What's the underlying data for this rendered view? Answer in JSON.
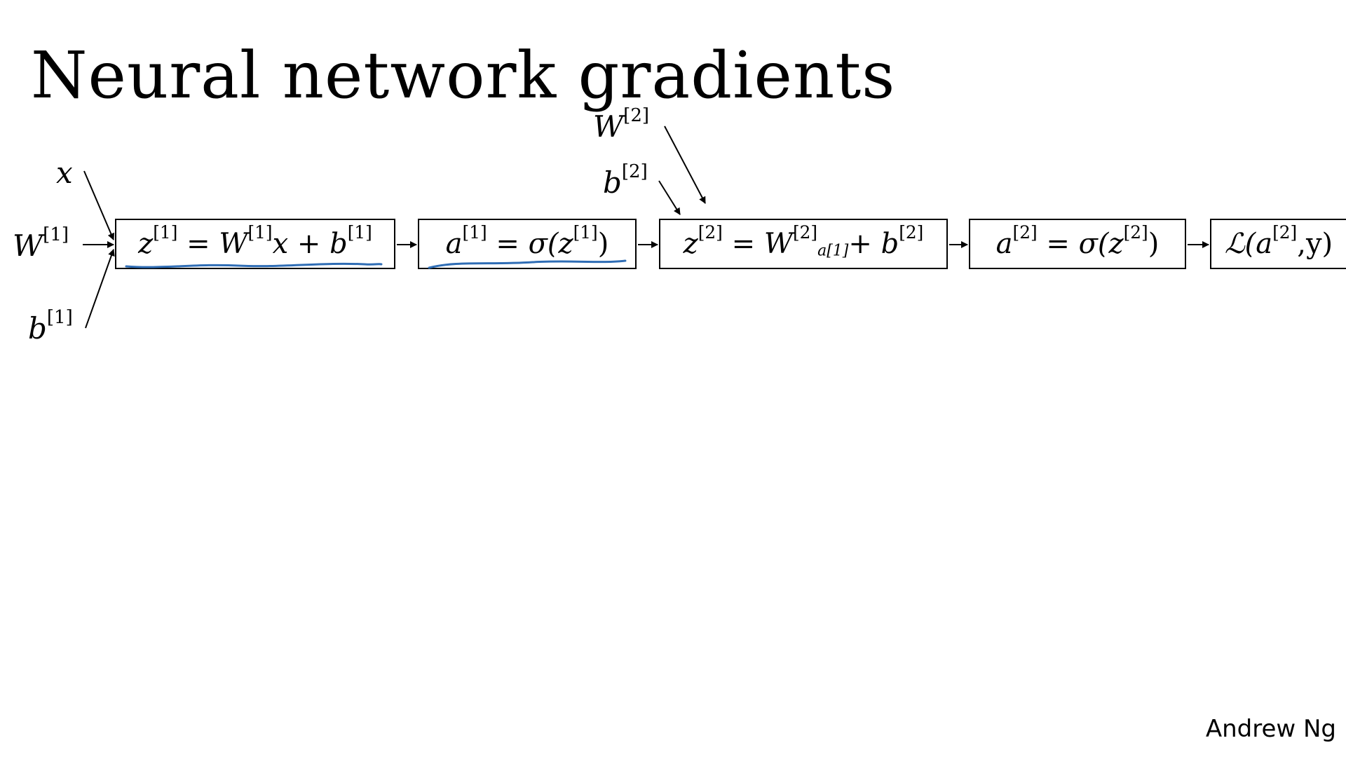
{
  "title": "Neural network gradients",
  "author": "Andrew Ng",
  "inputs": {
    "x": "x",
    "W1": {
      "base": "W",
      "sup": "[1]"
    },
    "b1": {
      "base": "b",
      "sup": "[1]"
    },
    "W2": {
      "base": "W",
      "sup": "[2]"
    },
    "b2": {
      "base": "b",
      "sup": "[2]"
    }
  },
  "nodes": [
    {
      "id": "z1",
      "underlined": true,
      "pieces": [
        "z",
        "[1]",
        " = ",
        "W",
        "[1]",
        "x + b",
        "[1]"
      ]
    },
    {
      "id": "a1",
      "underlined": true,
      "pieces": [
        "a",
        "[1]",
        " =  σ(",
        "z",
        "[1]",
        ")"
      ]
    },
    {
      "id": "z2",
      "underlined": false,
      "pieces": [
        "z",
        "[2]",
        " = ",
        "W",
        "[2]",
        "a",
        "[1]",
        "+ b",
        "[2]"
      ]
    },
    {
      "id": "a2",
      "underlined": false,
      "pieces": [
        "a",
        "[2]",
        " =  σ(",
        "z",
        "[2]",
        ")"
      ]
    },
    {
      "id": "loss",
      "underlined": false,
      "pieces": [
        "ℒ(a",
        "[2]",
        ",y)"
      ]
    }
  ],
  "colors": {
    "ink": "#000000",
    "annotation": "#2f6db5"
  }
}
